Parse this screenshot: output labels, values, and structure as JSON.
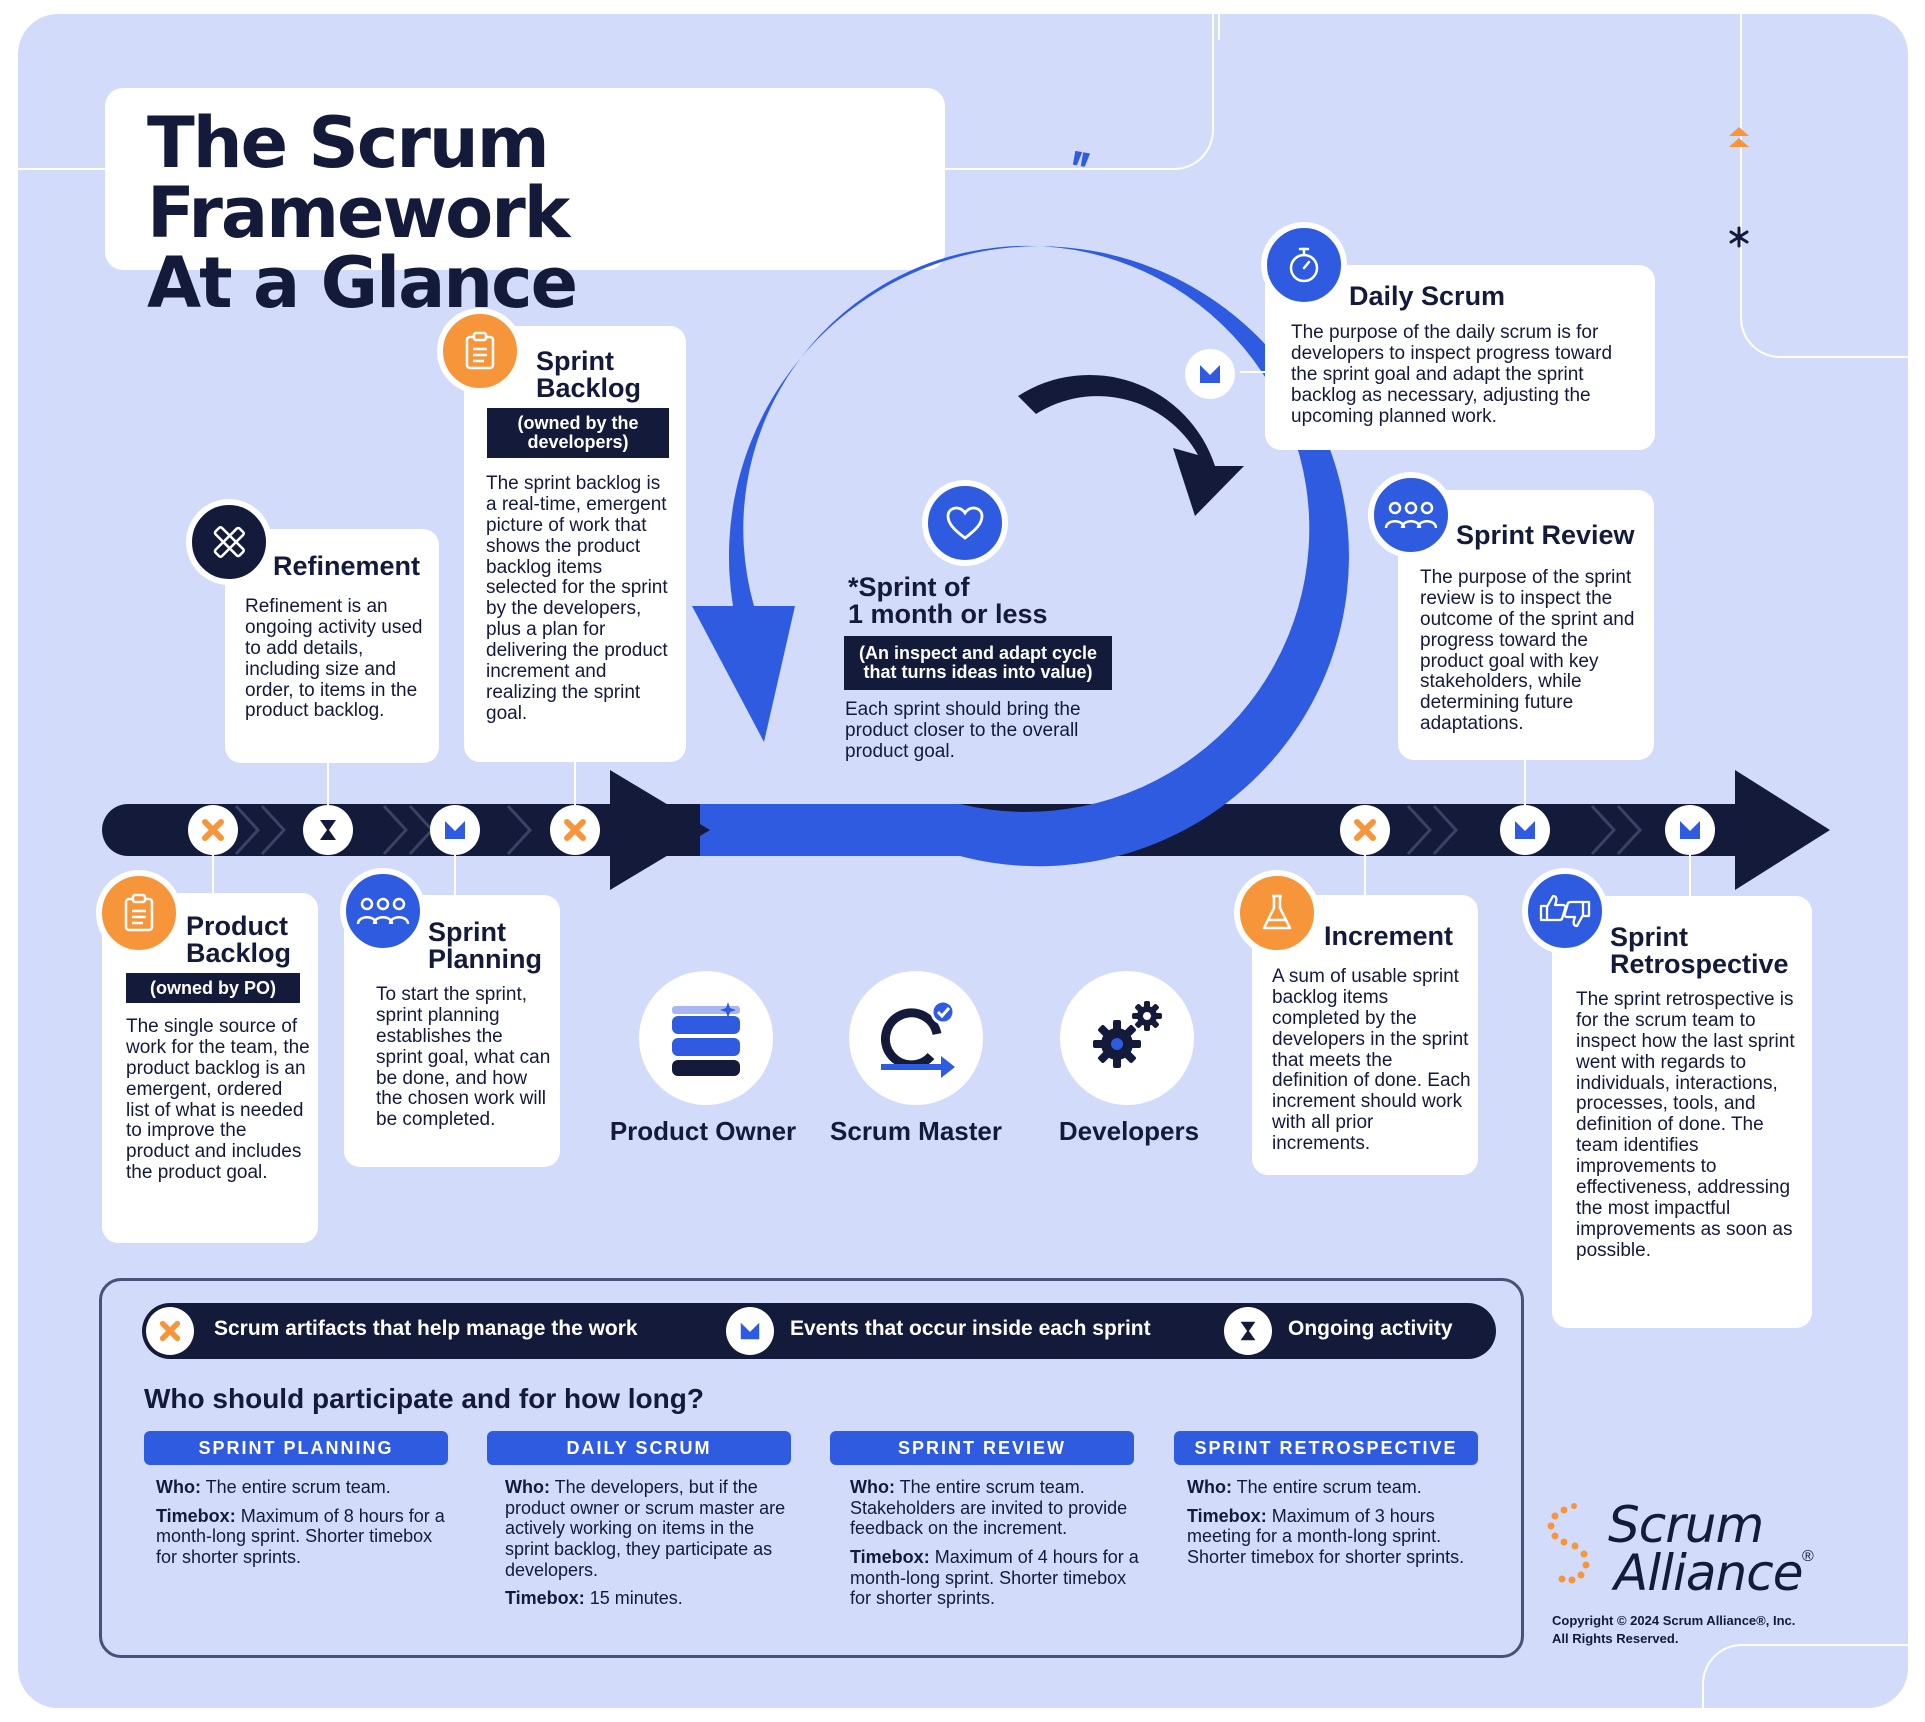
{
  "title": {
    "line1": "The Scrum Framework",
    "line2": "At a Glance"
  },
  "colors": {
    "background": "#d3dbfb",
    "navy": "#131a3a",
    "blue": "#2f5be0",
    "orange": "#f7953b",
    "white": "#ffffff"
  },
  "refinement": {
    "title": "Refinement",
    "text": "Refinement is an ongoing activity used to add details, including size and order, to items in the product backlog.",
    "icon": "pencil-ruler-icon"
  },
  "sprint_backlog": {
    "title_line1": "Sprint",
    "title_line2": "Backlog",
    "tag": "(owned by the developers)",
    "text": "The sprint backlog is a real-time, emergent picture of work that shows the product backlog items selected for the sprint by the developers, plus a plan for delivering the product increment and realizing the sprint goal.",
    "icon": "clipboard-icon"
  },
  "sprint_cycle": {
    "title_line1": "*Sprint of",
    "title_line2": "1 month or less",
    "tag": "(An inspect and adapt cycle that turns ideas into value)",
    "text": "Each sprint should bring the product closer to the overall product goal.",
    "icon": "heart-icon"
  },
  "daily_scrum": {
    "title": "Daily Scrum",
    "text": "The purpose of the daily scrum is for developers to inspect progress toward the sprint goal and adapt the sprint backlog as necessary, adjusting the upcoming planned work.",
    "icon": "stopwatch-icon"
  },
  "sprint_review": {
    "title": "Sprint Review",
    "text": "The purpose of the sprint review is to inspect the outcome of the sprint and progress toward the product goal with key stakeholders, while determining future adaptations.",
    "icon": "group-icon"
  },
  "product_backlog": {
    "title_line1": "Product",
    "title_line2": "Backlog",
    "tag": "(owned by PO)",
    "text": "The single source of work for the team, the product backlog is an emergent, ordered list of what is needed to improve the product and includes the product goal.",
    "icon": "clipboard-icon"
  },
  "sprint_planning": {
    "title_line1": "Sprint",
    "title_line2": "Planning",
    "text": "To start the sprint, sprint planning establishes the sprint goal, what can be done, and how the chosen work will be completed.",
    "icon": "group-icon"
  },
  "roles": [
    {
      "label": "Product Owner",
      "icon": "stack-icon"
    },
    {
      "label": "Scrum Master",
      "icon": "loop-icon"
    },
    {
      "label": "Developers",
      "icon": "gears-icon"
    }
  ],
  "increment": {
    "title": "Increment",
    "text": "A sum of usable sprint backlog items completed by the developers in the sprint that meets the definition of done. Each increment should work with all prior increments.",
    "icon": "flask-icon"
  },
  "sprint_retrospective": {
    "title_line1": "Sprint",
    "title_line2": "Retrospective",
    "text": "The sprint retrospective is for the scrum team to inspect how the last sprint went with regards to individuals, interactions, processes, tools, and definition of done. The team identifies improvements to effectiveness, addressing the most impactful improvements as soon as possible.",
    "icon": "thumbs-icon"
  },
  "legend": {
    "artifacts": "Scrum artifacts that help manage the work",
    "events": "Events that occur inside each sprint",
    "ongoing": "Ongoing activity"
  },
  "participation": {
    "heading": "Who should participate and for how long?",
    "columns": [
      {
        "label": "SPRINT PLANNING",
        "who": "The entire scrum team.",
        "timebox": "Maximum of 8 hours for a month-long sprint. Shorter timebox for shorter sprints."
      },
      {
        "label": "DAILY SCRUM",
        "who": "The developers, but if the product owner or scrum master are actively working on items in the sprint backlog, they participate as developers.",
        "timebox": "15 minutes."
      },
      {
        "label": "SPRINT REVIEW",
        "who": "The entire scrum team. Stakeholders are invited to provide feedback on the increment.",
        "timebox": "Maximum of 4 hours for a month-long sprint. Shorter timebox for shorter sprints."
      },
      {
        "label": "SPRINT RETROSPECTIVE",
        "who": "The entire scrum team.",
        "timebox": "Maximum of 3 hours meeting for a month-long sprint. Shorter timebox for shorter sprints."
      }
    ],
    "who_label": "Who:",
    "timebox_label": "Timebox:"
  },
  "logo": {
    "line1": "Scrum",
    "line2": "Alliance",
    "reg": "®"
  },
  "copyright": {
    "line1": "Copyright © 2024 Scrum Alliance®, Inc.",
    "line2": "All Rights Reserved."
  }
}
